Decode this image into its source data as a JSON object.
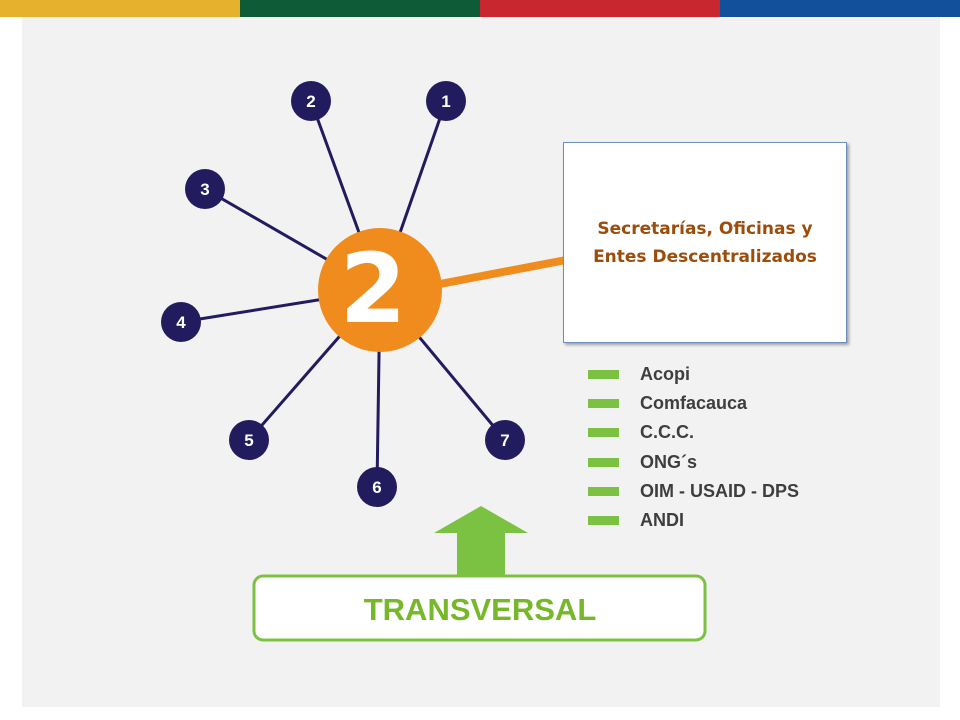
{
  "colors": {
    "top_bar": [
      "#e6b12c",
      "#0e5c37",
      "#c9272f",
      "#13509b"
    ],
    "node_fill": "#221c5e",
    "link_line": "#221c5e",
    "center_fill": "#ef8c1d",
    "connector": "#ef8c1d",
    "accent_green": "#7cc242",
    "callout_text": "#9c4d0c",
    "list_text": "#3e3e3e"
  },
  "diagram": {
    "center_label": "2",
    "nodes": [
      "1",
      "2",
      "3",
      "4",
      "5",
      "6",
      "7"
    ]
  },
  "callout": {
    "text": "Secretarías, Oficinas y Entes Descentralizados"
  },
  "entities": [
    "Acopi",
    "Comfacauca",
    "C.C.C.",
    "ONG´s",
    "OIM - USAID - DPS",
    "ANDI"
  ],
  "transversal": {
    "label": "TRANSVERSAL",
    "arrow_icon": "up-arrow-icon"
  }
}
